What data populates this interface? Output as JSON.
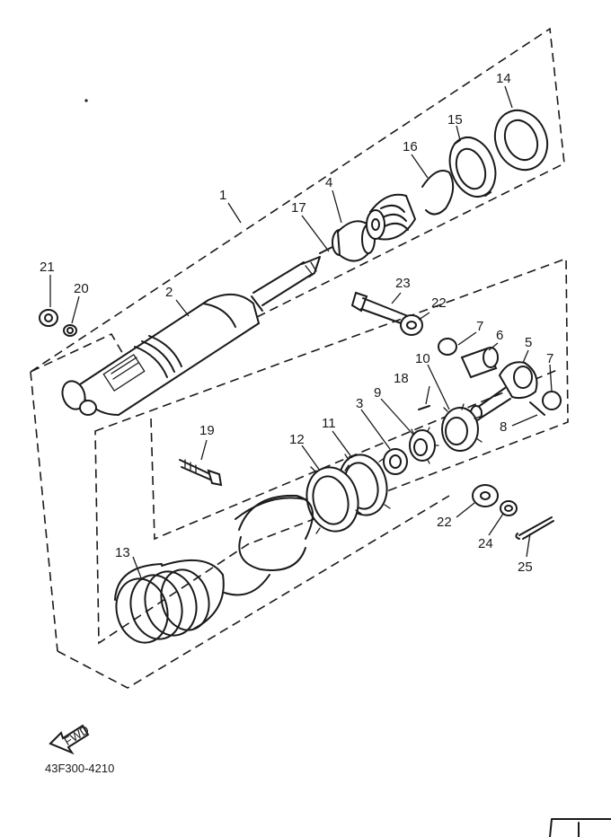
{
  "callouts": {
    "c1": "1",
    "c2": "2",
    "c3": "3",
    "c4": "4",
    "c5": "5",
    "c6": "6",
    "c7a": "7",
    "c7b": "7",
    "c8": "8",
    "c9": "9",
    "c10": "10",
    "c11": "11",
    "c12": "12",
    "c13": "13",
    "c14": "14",
    "c15": "15",
    "c16": "16",
    "c17": "17",
    "c18": "18",
    "c19": "19",
    "c20": "20",
    "c21": "21",
    "c22a": "22",
    "c22b": "22",
    "c23": "23",
    "c24": "24",
    "c25": "25"
  },
  "fwd_label": "FWD",
  "diagram_code": "43F300-4210"
}
